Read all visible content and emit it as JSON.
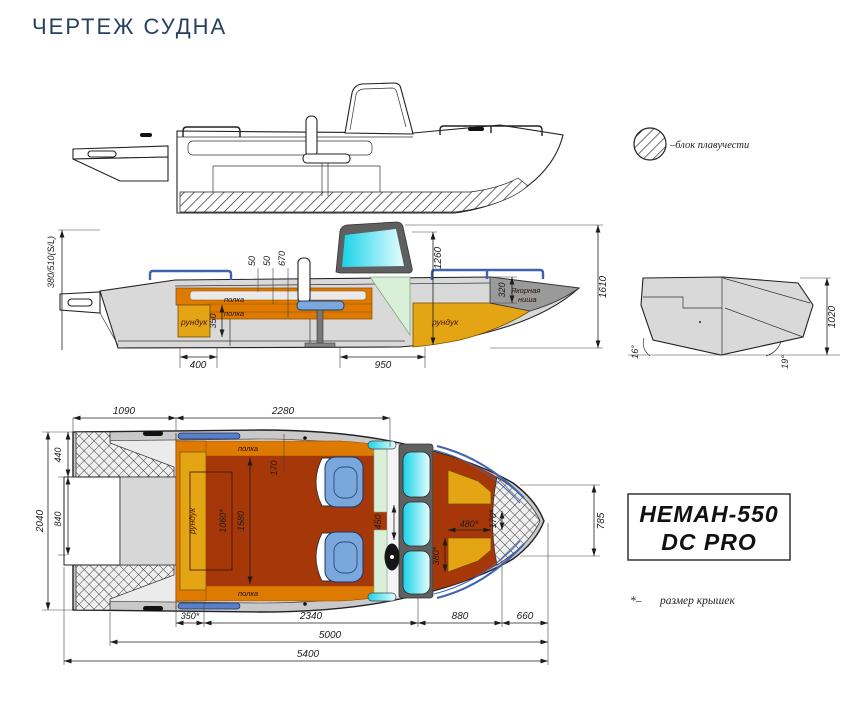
{
  "title": "ЧЕРТЕЖ СУДНА",
  "colors": {
    "title_text": "#27405f",
    "line": "#222222",
    "hull_gray": "#d9d9d9",
    "anchor_gray": "#9a9a9a",
    "frame_gray": "#5f5f5f",
    "orange": "#df7a00",
    "yellow": "#e3a514",
    "dark_red": "#a63708",
    "seat_blue": "#7aa7dc",
    "rail_blue": "#3f62b5",
    "glass_cyan": "#2fdcec",
    "console_green": "#daefd8"
  },
  "legend": {
    "buoyancy_label": "–блок плавучести"
  },
  "section_view": {
    "shelf_label_1": "полка",
    "shelf_label_2": "полка",
    "aft_locker_label": "рундук",
    "bow_locker_label": "рундук",
    "anchor_niche_line1": "Якорная",
    "anchor_niche_line2": "ниша",
    "dim_transom_height": "380/510(S/L)",
    "dim_shelf_1": "50",
    "dim_shelf_2": "50",
    "dim_shelf_3": "670",
    "dim_windshield": "1260",
    "dim_bow_deck": "320",
    "dim_overall_height": "1610",
    "dim_locker_height": "350",
    "dim_locker_width": "400",
    "dim_console": "950"
  },
  "transom_view": {
    "dim_height": "1020",
    "angle_left": "16°",
    "angle_right": "19°"
  },
  "plan_view": {
    "shelf_label_top": "полка",
    "shelf_label_bottom": "полка",
    "locker_label": "рундук",
    "dim_locker_lid": "1060*",
    "dim_cockpit_width": "1580",
    "dim_shelf_width": "170",
    "dim_walkthrough": "450",
    "dim_bow_lid_width": "480*",
    "dim_bow_lid_gap": "170*",
    "dim_bow_lid_height": "380*",
    "dim_aft_deck": "1090",
    "dim_cockpit_length": "2280",
    "dim_beam": "2040",
    "dim_platform": "440",
    "dim_transom_door": "840",
    "dim_bow_width": "785",
    "dim_seg_1": "350*",
    "dim_seg_2": "2340",
    "dim_seg_3": "880",
    "dim_seg_4": "660",
    "dim_hull_length": "5000",
    "dim_overall_length": "5400"
  },
  "model_plate": {
    "line1": "НЕМАН-550",
    "line2": "DC PRO"
  },
  "note": {
    "marker": "*–",
    "text": "размер крышек"
  }
}
